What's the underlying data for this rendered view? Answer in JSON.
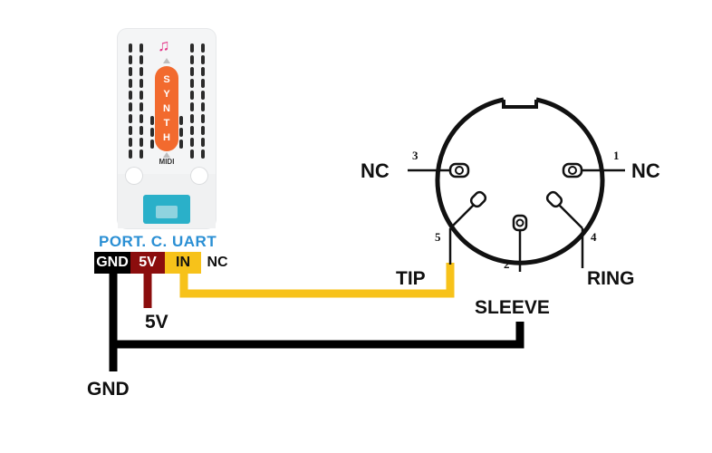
{
  "module": {
    "pill_letters": [
      "S",
      "Y",
      "N",
      "T",
      "H"
    ],
    "note_icon": "♫",
    "bottom_label": "MIDI"
  },
  "port": {
    "title": "PORT. C. UART",
    "pins": [
      "GND",
      "5V",
      "IN",
      "NC"
    ]
  },
  "wires": {
    "gnd_label": "GND",
    "v5_label": "5V",
    "tip_label": "TIP",
    "sleeve_label": "SLEEVE",
    "ring_label": "RING"
  },
  "din": {
    "nc_left": "NC",
    "nc_right": "NC",
    "pin_numbers": [
      "1",
      "2",
      "3",
      "4",
      "5"
    ]
  },
  "colors": {
    "gnd_wire": "#000000",
    "v5_wire": "#8b0d0d",
    "signal_wire": "#f7c21a",
    "port_title": "#2a8fd4",
    "synth_pill": "#f26a2e"
  }
}
